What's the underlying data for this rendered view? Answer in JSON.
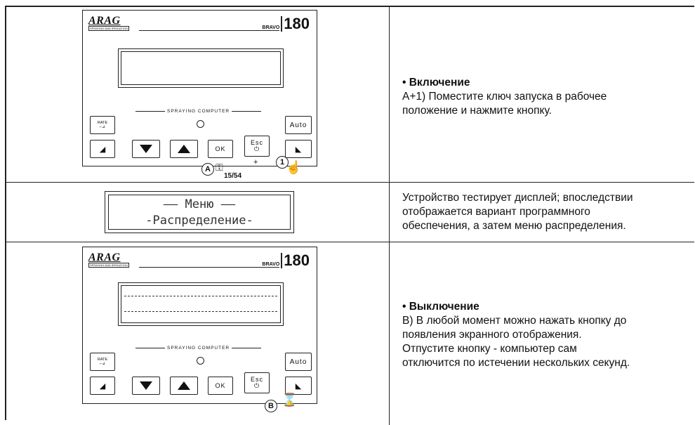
{
  "device": {
    "brand": "ARAG",
    "brand_sub": "SPRAYING AND IRRIGATION",
    "model_prefix": "BRAVO",
    "model_number": "180",
    "spraying_label": "SPRAYING COMPUTER",
    "rate_label": "RATE",
    "auto_label": "Auto",
    "ok_label": "OK",
    "esc_label": "Esc",
    "power_symbol": "⏻",
    "page_ref": "15/54",
    "plus_sign": "+"
  },
  "rows": [
    {
      "callout_a": "A",
      "callout_1": "1",
      "title": "• Включение",
      "lines": [
        "A+1) Поместите ключ запуска в рабочее",
        "положение и нажмите кнопку."
      ]
    },
    {
      "lcd_line1": "—— Меню ——",
      "lcd_line2": "-Распределение-",
      "lines": [
        "Устройство тестирует дисплей; впоследствии",
        "отображается вариант программного",
        "обеспечения, а затем меню распределения."
      ]
    },
    {
      "callout_b": "B",
      "title": "• Выключение",
      "lines": [
        "B) В любой момент можно нажать кнопку до",
        "появления экранного отображения.",
        "Отпустите кнопку - компьютер сам",
        "отключится по истечении нескольких секунд."
      ]
    }
  ]
}
